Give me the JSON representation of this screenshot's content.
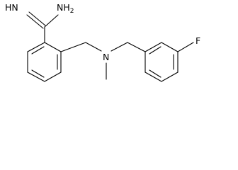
{
  "molecule": {
    "atoms": {
      "imine_nh": "HN",
      "amine_nh2": "NH2",
      "tertiary_n": "N",
      "fluorine": "F"
    },
    "colors": {
      "bond": "#000000",
      "label": "#000000",
      "background": "#ffffff"
    }
  }
}
